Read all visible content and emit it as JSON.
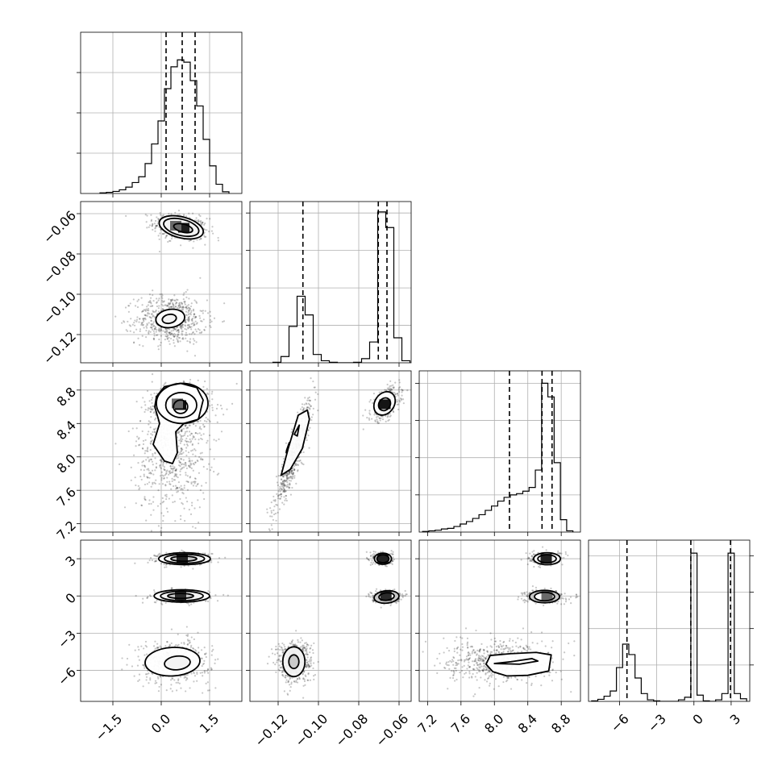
{
  "chart_data": {
    "type": "corner",
    "title": "",
    "parameters": [
      {
        "label": "",
        "range": [
          -2.5,
          2.5
        ],
        "ticks": [
          -1.5,
          0.0,
          1.5
        ],
        "tick_labels": [
          "−1.5",
          "0.0",
          "1.5"
        ],
        "quantiles": [
          0.15,
          0.65,
          1.05
        ],
        "histogram": {
          "bin_width": 0.2,
          "bin_left_edges": [
            -1.9,
            -1.7,
            -1.5,
            -1.3,
            -1.1,
            -0.9,
            -0.7,
            -0.5,
            -0.3,
            -0.1,
            0.1,
            0.3,
            0.5,
            0.7,
            0.9,
            1.1,
            1.3,
            1.5,
            1.7,
            1.9
          ],
          "counts": [
            5,
            10,
            18,
            32,
            55,
            95,
            145,
            260,
            430,
            630,
            910,
            1100,
            1160,
            1140,
            980,
            760,
            470,
            240,
            80,
            15
          ],
          "ymax": 1400,
          "yticks": [
            0,
            350,
            700,
            1050
          ]
        }
      },
      {
        "label": "",
        "range": [
          -0.134,
          -0.054
        ],
        "ticks": [
          -0.12,
          -0.1,
          -0.08,
          -0.06
        ],
        "tick_labels": [
          "−0.12",
          "−0.10",
          "−0.08",
          "−0.06"
        ],
        "quantiles": [
          -0.1077,
          -0.0703,
          -0.066
        ],
        "histogram": {
          "bin_width": 0.004,
          "bin_left_edges": [
            -0.1226,
            -0.1186,
            -0.1146,
            -0.1106,
            -0.1066,
            -0.1026,
            -0.0986,
            -0.0946,
            -0.0906,
            -0.0866,
            -0.0826,
            -0.0786,
            -0.0746,
            -0.0706,
            -0.0666,
            -0.0626,
            -0.0586
          ],
          "counts": [
            5,
            60,
            350,
            640,
            460,
            80,
            20,
            5,
            0,
            0,
            5,
            40,
            200,
            1450,
            1300,
            240,
            20
          ],
          "ymax": 1550,
          "yticks": [
            0,
            360,
            720,
            1080,
            1440
          ]
        }
      },
      {
        "label": "",
        "range": [
          7.1,
          9.03
        ],
        "ticks": [
          7.2,
          7.6,
          8.0,
          8.4,
          8.8
        ],
        "tick_labels": [
          "7.2",
          "7.6",
          "8.0",
          "8.4",
          "8.8"
        ],
        "quantiles": [
          8.18,
          8.57,
          8.69
        ],
        "histogram": {
          "bin_width": 0.075,
          "bin_left_edges": [
            7.14,
            7.215,
            7.29,
            7.365,
            7.44,
            7.515,
            7.59,
            7.665,
            7.74,
            7.815,
            7.89,
            7.965,
            8.04,
            8.115,
            8.19,
            8.265,
            8.34,
            8.415,
            8.49,
            8.565,
            8.64,
            8.715,
            8.79,
            8.865
          ],
          "counts": [
            5,
            10,
            15,
            25,
            30,
            45,
            65,
            85,
            110,
            140,
            175,
            210,
            250,
            280,
            300,
            310,
            330,
            360,
            500,
            1200,
            1090,
            560,
            100,
            10
          ],
          "ymax": 1300,
          "yticks": [
            0,
            300,
            600,
            900,
            1200
          ]
        }
      },
      {
        "label": "",
        "range": [
          -8.5,
          4.5
        ],
        "ticks": [
          -6,
          -3,
          0,
          3
        ],
        "tick_labels": [
          "−6",
          "−3",
          "0",
          "3"
        ],
        "quantiles": [
          -5.4,
          -0.25,
          2.95
        ],
        "histogram": {
          "bin_width": 0.5,
          "bin_left_edges": [
            -8.25,
            -7.75,
            -7.25,
            -6.75,
            -6.25,
            -5.75,
            -5.25,
            -4.75,
            -4.25,
            -3.75,
            -3.25,
            -2.75,
            -2.25,
            -1.75,
            -1.25,
            -0.75,
            -0.25,
            0.25,
            0.75,
            1.25,
            1.75,
            2.25,
            2.75,
            3.25,
            3.75
          ],
          "counts": [
            10,
            40,
            100,
            200,
            650,
            1100,
            900,
            450,
            150,
            30,
            10,
            0,
            0,
            0,
            30,
            80,
            2850,
            120,
            10,
            0,
            30,
            150,
            2850,
            150,
            50
          ],
          "ymax": 3100,
          "yticks": [
            0,
            700,
            1400,
            2100,
            2800
          ]
        }
      }
    ],
    "pairs": [
      {
        "x": 0,
        "y": 1,
        "clusters": [
          {
            "cx": 0.6,
            "cy": -0.0668,
            "sx": 0.42,
            "sy": 0.0034,
            "rho": -0.3,
            "n": 520
          },
          {
            "cx": 0.3,
            "cy": -0.1125,
            "sx": 0.55,
            "sy": 0.006,
            "rho": 0.0,
            "n": 650
          }
        ],
        "density_peaks": [
          {
            "x": 0.7,
            "y": -0.067,
            "shade": "#1e1e1e"
          },
          {
            "x": 0.45,
            "y": -0.066,
            "shade": "#6a6a6a"
          }
        ],
        "contours": [
          {
            "cx": 0.62,
            "cy": -0.0668,
            "sx": 0.7,
            "sy": 0.0052,
            "rot": -0.25
          },
          {
            "cx": 0.62,
            "cy": -0.0668,
            "sx": 0.56,
            "sy": 0.004,
            "rot": -0.25
          },
          {
            "cx": 0.68,
            "cy": -0.0672,
            "sx": 0.3,
            "sy": 0.002,
            "rot": -0.25
          },
          {
            "cx": 0.28,
            "cy": -0.112,
            "sx": 0.45,
            "sy": 0.0045,
            "rot": 0.15
          },
          {
            "cx": 0.25,
            "cy": -0.1122,
            "sx": 0.22,
            "sy": 0.0022,
            "rot": 0.2
          }
        ]
      },
      {
        "x": 0,
        "y": 2,
        "clusters": [
          {
            "cx": 0.6,
            "cy": 8.58,
            "sx": 0.5,
            "sy": 0.13,
            "rho": 0.0,
            "n": 500
          },
          {
            "cx": 0.35,
            "cy": 8.05,
            "sx": 0.55,
            "sy": 0.35,
            "rho": 0.05,
            "n": 650
          }
        ],
        "density_peaks": [
          {
            "x": 0.6,
            "y": 8.62,
            "shade": "#0f0f0f"
          },
          {
            "x": 0.5,
            "y": 8.64,
            "shade": "#6a6a6a"
          }
        ],
        "contours": [
          {
            "cx": 0.65,
            "cy": 8.64,
            "sx": 0.8,
            "sy": 0.24,
            "rot": 0
          },
          {
            "cx": 0.62,
            "cy": 8.62,
            "sx": 0.48,
            "sy": 0.15,
            "rot": 0
          },
          {
            "cx": 0.6,
            "cy": 8.6,
            "sx": 0.22,
            "sy": 0.08,
            "rot": 0
          }
        ],
        "paths": [
          [
            [
              -0.15,
              8.72
            ],
            [
              0.1,
              8.84
            ],
            [
              0.6,
              8.88
            ],
            [
              1.1,
              8.83
            ],
            [
              1.3,
              8.68
            ],
            [
              1.15,
              8.45
            ],
            [
              0.7,
              8.4
            ],
            [
              0.45,
              8.3
            ],
            [
              0.5,
              8.05
            ],
            [
              0.35,
              7.92
            ],
            [
              0.1,
              7.95
            ],
            [
              -0.25,
              8.15
            ],
            [
              -0.05,
              8.4
            ],
            [
              -0.2,
              8.6
            ],
            [
              -0.15,
              8.72
            ]
          ]
        ]
      },
      {
        "x": 1,
        "y": 2,
        "clusters": [
          {
            "cx": -0.0668,
            "cy": 8.63,
            "sx": 0.0036,
            "sy": 0.1,
            "rho": 0.5,
            "n": 420
          },
          {
            "cx": -0.112,
            "cy": 8.05,
            "sx": 0.0045,
            "sy": 0.32,
            "rho": 0.92,
            "n": 700
          }
        ],
        "density_peaks": [
          {
            "x": -0.067,
            "y": 8.63,
            "shade": "#151515"
          }
        ],
        "contours": [
          {
            "cx": -0.0672,
            "cy": 8.64,
            "sx": 0.0048,
            "sy": 0.15,
            "rot": -0.6
          },
          {
            "cx": -0.0672,
            "cy": 8.63,
            "sx": 0.0028,
            "sy": 0.08,
            "rot": -0.6
          }
        ],
        "paths": [
          [
            [
              -0.1185,
              7.78
            ],
            [
              -0.115,
              8.1
            ],
            [
              -0.11,
              8.5
            ],
            [
              -0.1055,
              8.56
            ],
            [
              -0.1045,
              8.45
            ],
            [
              -0.108,
              8.1
            ],
            [
              -0.114,
              7.85
            ],
            [
              -0.1185,
              7.78
            ]
          ],
          [
            [
              -0.116,
              8.05
            ],
            [
              -0.1145,
              8.17
            ],
            [
              -0.1158,
              8.08
            ],
            [
              -0.116,
              8.05
            ]
          ],
          [
            [
              -0.112,
              8.27
            ],
            [
              -0.1095,
              8.38
            ],
            [
              -0.1105,
              8.25
            ],
            [
              -0.112,
              8.27
            ]
          ]
        ]
      },
      {
        "x": 0,
        "y": 3,
        "clusters": [
          {
            "cx": 0.7,
            "cy": 3.0,
            "sx": 0.42,
            "sy": 0.25,
            "rho": 0,
            "n": 380
          },
          {
            "cx": 0.6,
            "cy": -0.05,
            "sx": 0.45,
            "sy": 0.25,
            "rho": 0,
            "n": 380
          },
          {
            "cx": 0.4,
            "cy": -5.3,
            "sx": 0.55,
            "sy": 0.85,
            "rho": 0,
            "n": 520
          }
        ],
        "density_peaks": [
          {
            "x": 0.65,
            "y": 3.0,
            "shade": "#222222"
          },
          {
            "x": 0.6,
            "y": 0.0,
            "shade": "#2a2a2a"
          }
        ],
        "contours": [
          {
            "cx": 0.72,
            "cy": 3.0,
            "sx": 0.8,
            "sy": 0.48,
            "rot": 0
          },
          {
            "cx": 0.72,
            "cy": 3.0,
            "sx": 0.62,
            "sy": 0.36,
            "rot": 0
          },
          {
            "cx": 0.7,
            "cy": 3.0,
            "sx": 0.4,
            "sy": 0.2,
            "rot": 0
          },
          {
            "cx": 0.64,
            "cy": 0.0,
            "sx": 0.86,
            "sy": 0.5,
            "rot": 0
          },
          {
            "cx": 0.64,
            "cy": 0.0,
            "sx": 0.66,
            "sy": 0.38,
            "rot": 0
          },
          {
            "cx": 0.6,
            "cy": 0.0,
            "sx": 0.4,
            "sy": 0.2,
            "rot": 0
          },
          {
            "cx": 0.35,
            "cy": -5.3,
            "sx": 0.85,
            "sy": 1.15,
            "rot": 0.05
          },
          {
            "cx": 0.5,
            "cy": -5.4,
            "sx": 0.4,
            "sy": 0.55,
            "rot": 0.1
          }
        ]
      },
      {
        "x": 1,
        "y": 3,
        "clusters": [
          {
            "cx": -0.068,
            "cy": 3.0,
            "sx": 0.0025,
            "sy": 0.25,
            "rho": 0,
            "n": 300
          },
          {
            "cx": -0.0665,
            "cy": -0.05,
            "sx": 0.0035,
            "sy": 0.25,
            "rho": 0,
            "n": 300
          },
          {
            "cx": -0.112,
            "cy": -5.3,
            "sx": 0.0045,
            "sy": 0.85,
            "rho": 0,
            "n": 520
          }
        ],
        "density_peaks": [
          {
            "x": -0.068,
            "y": 3.0,
            "shade": "#222222"
          },
          {
            "x": -0.0665,
            "y": 0.0,
            "shade": "#2a2a2a"
          }
        ],
        "contours": [
          {
            "cx": -0.068,
            "cy": 3.0,
            "sx": 0.0042,
            "sy": 0.45,
            "rot": 0
          },
          {
            "cx": -0.068,
            "cy": 3.0,
            "sx": 0.003,
            "sy": 0.32,
            "rot": 0
          },
          {
            "cx": -0.0662,
            "cy": -0.08,
            "sx": 0.0062,
            "sy": 0.5,
            "rot": 0.1
          },
          {
            "cx": -0.0662,
            "cy": -0.05,
            "sx": 0.0038,
            "sy": 0.3,
            "rot": 0.1
          },
          {
            "cx": -0.1122,
            "cy": -5.3,
            "sx": 0.0055,
            "sy": 1.2,
            "rot": 0
          },
          {
            "cx": -0.1122,
            "cy": -5.3,
            "sx": 0.0025,
            "sy": 0.55,
            "rot": 0
          }
        ]
      },
      {
        "x": 2,
        "y": 3,
        "clusters": [
          {
            "cx": 8.62,
            "cy": 3.0,
            "sx": 0.1,
            "sy": 0.25,
            "rho": 0,
            "n": 320
          },
          {
            "cx": 8.6,
            "cy": -0.05,
            "sx": 0.12,
            "sy": 0.25,
            "rho": 0,
            "n": 320
          },
          {
            "cx": 8.05,
            "cy": -5.3,
            "sx": 0.32,
            "sy": 0.85,
            "rho": 0,
            "n": 600
          }
        ],
        "density_peaks": [
          {
            "x": 8.62,
            "y": 3.0,
            "shade": "#222222"
          },
          {
            "x": 8.63,
            "y": 0.0,
            "shade": "#6a6a6a"
          }
        ],
        "contours": [
          {
            "cx": 8.63,
            "cy": 3.0,
            "sx": 0.16,
            "sy": 0.48,
            "rot": 0
          },
          {
            "cx": 8.63,
            "cy": 3.0,
            "sx": 0.11,
            "sy": 0.32,
            "rot": 0
          },
          {
            "cx": 8.6,
            "cy": -0.05,
            "sx": 0.18,
            "sy": 0.5,
            "rot": 0
          },
          {
            "cx": 8.6,
            "cy": -0.05,
            "sx": 0.12,
            "sy": 0.34,
            "rot": 0
          }
        ],
        "paths": [
          [
            [
              7.95,
              -4.8
            ],
            [
              8.2,
              -4.65
            ],
            [
              8.5,
              -4.55
            ],
            [
              8.68,
              -4.75
            ],
            [
              8.65,
              -6.05
            ],
            [
              8.4,
              -6.4
            ],
            [
              8.15,
              -6.45
            ],
            [
              7.98,
              -6.1
            ],
            [
              7.9,
              -5.5
            ],
            [
              7.95,
              -4.8
            ]
          ],
          [
            [
              8.0,
              -5.45
            ],
            [
              8.2,
              -5.3
            ],
            [
              8.45,
              -5.05
            ],
            [
              8.52,
              -5.25
            ],
            [
              8.3,
              -5.5
            ],
            [
              8.0,
              -5.45
            ]
          ]
        ]
      }
    ]
  }
}
